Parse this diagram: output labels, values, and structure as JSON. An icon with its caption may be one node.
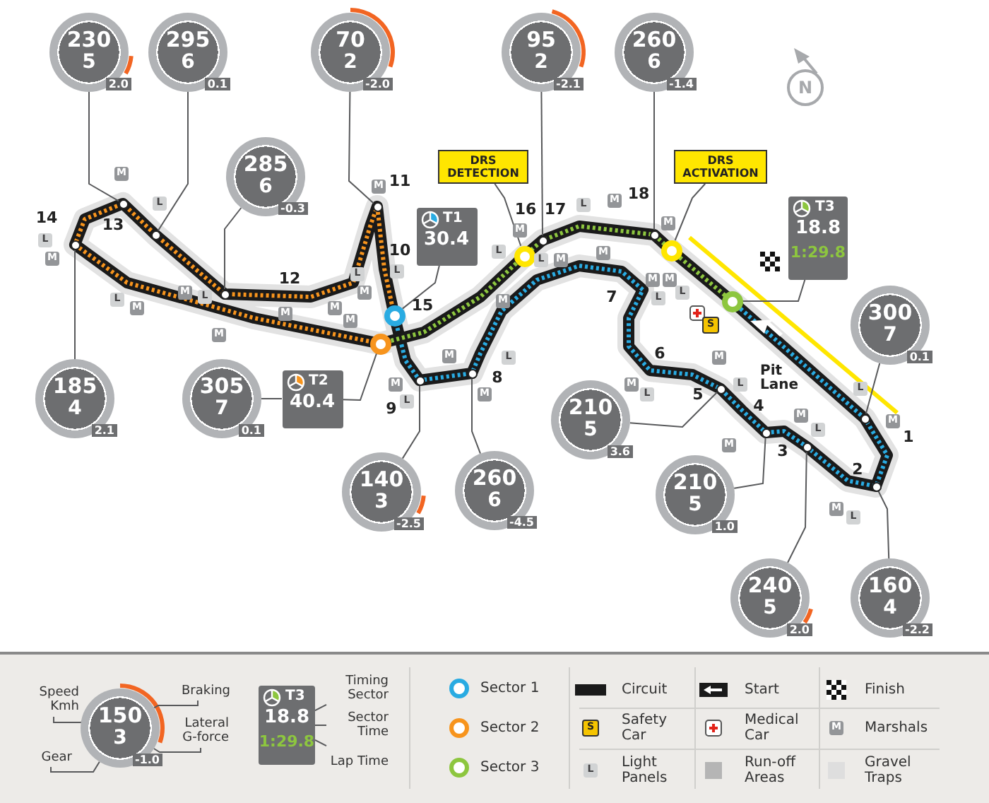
{
  "diagram": {
    "nodes": [
      {
        "text": [
          "230",
          "5",
          "2.0"
        ]
      },
      {
        "text": [
          "295",
          "6",
          "0.1"
        ]
      },
      {
        "text": [
          "70",
          "2",
          "-2.0"
        ]
      },
      {
        "text": [
          "95",
          "2",
          "-2.1"
        ]
      },
      {
        "text": [
          "260",
          "6",
          "-1.4"
        ]
      },
      {
        "text": [
          "DRS DETECTION"
        ]
      },
      {
        "text": [
          "DRS ACTIVATION"
        ]
      },
      {
        "text": [
          "285",
          "6",
          "-0.3"
        ]
      },
      {
        "text": [
          "T1",
          "30.4"
        ]
      },
      {
        "text": [
          "T3",
          "18.8",
          "1:29.8"
        ]
      },
      {
        "text": [
          "300",
          "7",
          "0.1"
        ]
      },
      {
        "text": [
          "185",
          "4",
          "2.1"
        ]
      },
      {
        "text": [
          "305",
          "7",
          "0.1"
        ]
      },
      {
        "text": [
          "T2",
          "40.4"
        ]
      },
      {
        "text": [
          "210",
          "5",
          "3.6"
        ]
      },
      {
        "text": [
          "140",
          "3",
          "-2.5"
        ]
      },
      {
        "text": [
          "260",
          "6",
          "-4.5"
        ]
      },
      {
        "text": [
          "210",
          "5",
          "1.0"
        ]
      },
      {
        "text": [
          "240",
          "5",
          "2.0"
        ]
      },
      {
        "text": [
          "160",
          "4",
          "-2.2"
        ]
      },
      {
        "text": [],
        "shape": "circle"
      },
      {
        "text": [],
        "shape": "circle"
      },
      {
        "text": [],
        "shape": "circle"
      },
      {
        "text": [],
        "shape": "circle"
      },
      {
        "text": [],
        "shape": "circle"
      },
      {
        "text": [],
        "shape": "circle"
      },
      {
        "text": [],
        "shape": "circle"
      },
      {
        "text": [],
        "shape": "circle"
      },
      {
        "text": [],
        "shape": "circle"
      },
      {
        "text": [],
        "shape": "circle"
      },
      {
        "text": [],
        "shape": "circle"
      },
      {
        "text": [],
        "shape": "circle"
      },
      {
        "text": [],
        "shape": "circle"
      },
      {
        "text": [],
        "shape": "circle"
      },
      {
        "text": [],
        "shape": "circle"
      },
      {
        "text": [],
        "shape": "circle"
      },
      {
        "text": [],
        "shape": "circle"
      },
      {
        "text": [],
        "shape": "circle"
      },
      {
        "text": [],
        "shape": "circle"
      },
      {
        "text": [
          "150",
          "3",
          "-1.0"
        ]
      },
      {
        "text": [
          "Speed Kmh"
        ]
      },
      {
        "text": [
          "Gear"
        ]
      },
      {
        "text": [
          "Braking"
        ]
      },
      {
        "text": [
          "Lateral G-force"
        ]
      },
      {
        "text": [
          "T3",
          "18.8",
          "1:29.8"
        ]
      },
      {
        "text": [
          "Timing Sector"
        ]
      },
      {
        "text": [
          "Sector Time"
        ]
      },
      {
        "text": [
          "Lap Time"
        ]
      }
    ],
    "edges": [
      {
        "from": 0,
        "to": 20,
        "arrow": "none"
      },
      {
        "from": 1,
        "to": 21,
        "arrow": "none"
      },
      {
        "from": 2,
        "to": 22,
        "arrow": "none"
      },
      {
        "from": 7,
        "to": 23,
        "arrow": "none"
      },
      {
        "from": 3,
        "to": 24,
        "arrow": "none"
      },
      {
        "from": 4,
        "to": 25,
        "arrow": "none"
      },
      {
        "from": 11,
        "to": 26,
        "arrow": "none"
      },
      {
        "from": 15,
        "to": 27,
        "arrow": "none"
      },
      {
        "from": 16,
        "to": 28,
        "arrow": "none"
      },
      {
        "from": 14,
        "to": 29,
        "arrow": "none"
      },
      {
        "from": 17,
        "to": 30,
        "arrow": "none"
      },
      {
        "from": 18,
        "to": 31,
        "arrow": "none"
      },
      {
        "from": 19,
        "to": 32,
        "arrow": "none"
      },
      {
        "from": 10,
        "to": 33,
        "arrow": "none"
      },
      {
        "from": 8,
        "to": 34,
        "arrow": "none"
      },
      {
        "from": 12,
        "to": 13,
        "arrow": "none"
      },
      {
        "from": 13,
        "to": 35,
        "arrow": "none"
      },
      {
        "from": 9,
        "to": 36,
        "arrow": "none"
      },
      {
        "from": 5,
        "to": 37,
        "arrow": "none"
      },
      {
        "from": 6,
        "to": 38,
        "arrow": "none"
      },
      {
        "from": 40,
        "to": 39,
        "arrow": "none"
      },
      {
        "from": 41,
        "to": 39,
        "arrow": "none"
      },
      {
        "from": 42,
        "to": 39,
        "arrow": "none"
      },
      {
        "from": 43,
        "to": 39,
        "arrow": "none"
      },
      {
        "from": 45,
        "to": 44,
        "arrow": "none"
      },
      {
        "from": 46,
        "to": 44,
        "arrow": "none"
      },
      {
        "from": 47,
        "to": 44,
        "arrow": "none"
      }
    ],
    "labels": [
      "N",
      "11",
      "18",
      "16",
      "17",
      "14",
      "13",
      "10",
      "12",
      "7",
      "15",
      "6",
      "8",
      "Pit Lane",
      "5",
      "4",
      "9",
      "1",
      "3",
      "2",
      "S",
      "M",
      "M",
      "M",
      "L",
      "L",
      "M",
      "M",
      "L",
      "L",
      "M",
      "M",
      "L",
      "M",
      "L",
      "L",
      "M",
      "M",
      "M",
      "M",
      "L",
      "L",
      "L",
      "L",
      "M",
      "M",
      "M",
      "M",
      "M",
      "M",
      "M",
      "L",
      "M",
      "M",
      "M",
      "L",
      "L",
      "L",
      "M",
      "L",
      "M",
      "M",
      "L",
      "M",
      "M",
      "L",
      "S",
      "M",
      "L"
    ],
    "legend": [
      {
        "text": "Sector 1",
        "color": "#29abe2"
      },
      {
        "text": "Sector 2",
        "color": "#f7941d"
      },
      {
        "text": "Sector 3",
        "color": "#8dc63f"
      },
      {
        "text": "Circuit",
        "color": "#1a1a1a"
      },
      {
        "text": "Start"
      },
      {
        "text": "Finish"
      },
      {
        "text": "Safety Car"
      },
      {
        "text": "Medical Car"
      },
      {
        "text": "Marshals"
      },
      {
        "text": "Light Panels"
      },
      {
        "text": "Run-off Areas",
        "color": "#b5b5b5"
      },
      {
        "text": "Gravel Traps",
        "color": "#dedede"
      }
    ]
  }
}
